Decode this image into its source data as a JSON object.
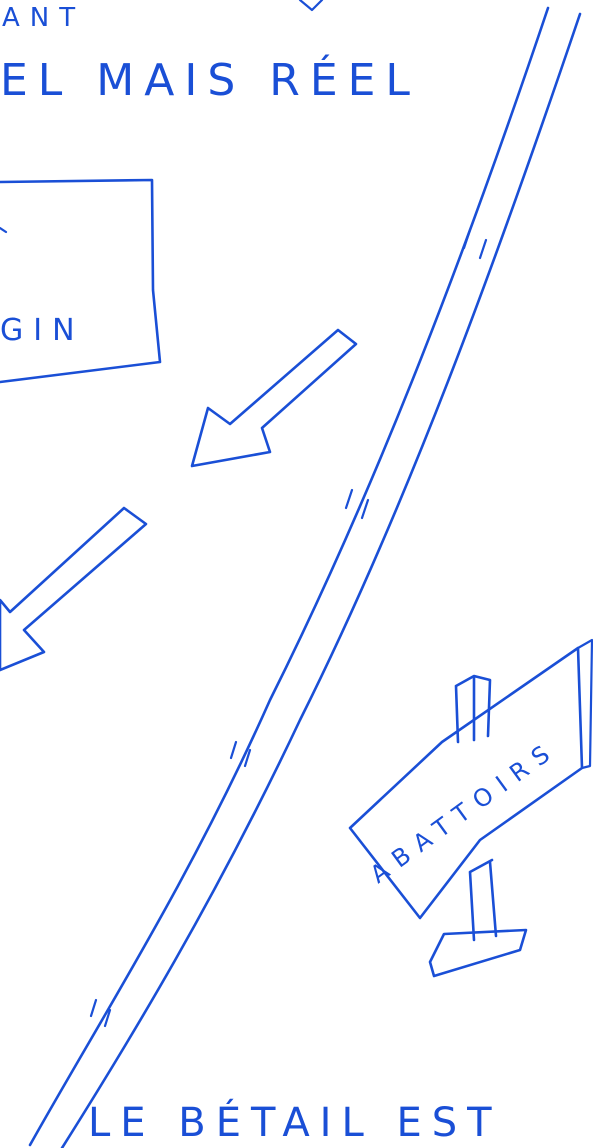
{
  "texts": {
    "top_fragment": "ANT",
    "top_line": "EL MAIS RÉEL",
    "box_fragment": "GIN",
    "sign_label": "ABATTOIRS",
    "bottom_line": "LE BÉTAIL EST"
  },
  "ink_color": "#1a4fd6"
}
